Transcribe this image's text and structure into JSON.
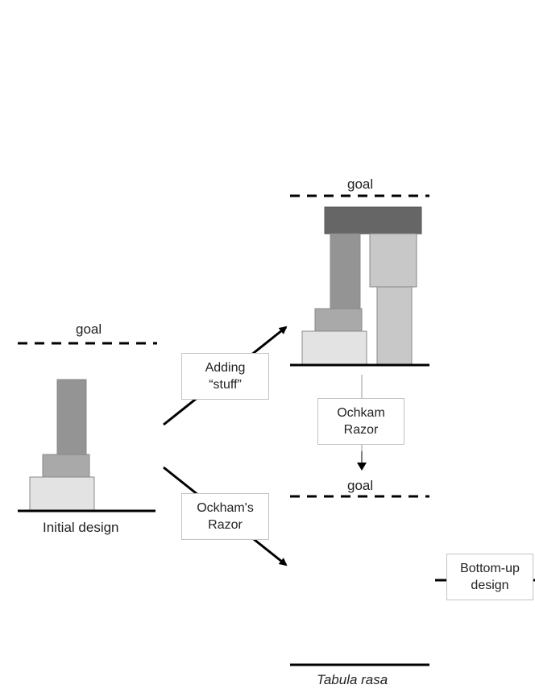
{
  "left_panel": {
    "goal_label": "goal",
    "caption": "Initial design"
  },
  "top_right": {
    "goal_label": "goal"
  },
  "bottom_right": {
    "goal_label": "goal",
    "caption": "Tabula rasa"
  },
  "boxes": {
    "adding_stuff": "Adding\n“stuff”",
    "ockhams_razor": "Ockham's\nRazor",
    "ochkam_razor": "Ochkam\nRazor",
    "bottom_up": "Bottom-up\ndesign"
  },
  "colors": {
    "block_lightest": "#e3e3e3",
    "block_light": "#c8c8c8",
    "block_mid": "#a9a9a9",
    "block_dark": "#949494",
    "block_darkest": "#666666",
    "line": "#000000"
  }
}
